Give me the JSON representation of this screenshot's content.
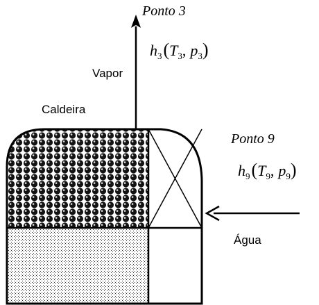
{
  "diagram": {
    "labels": {
      "boiler": "Caldeira",
      "vapor": "Vapor",
      "water": "Água"
    },
    "point3": {
      "title": "Ponto 3",
      "equation": {
        "h": "h",
        "h_sub": "3",
        "open": "(",
        "T": "T",
        "T_sub": "3",
        "comma": ",",
        "p": "p",
        "p_sub": "3",
        "close": ")"
      }
    },
    "point9": {
      "title": "Ponto 9",
      "equation": {
        "h": "h",
        "h_sub": "9",
        "open": "(",
        "T": "T",
        "T_sub": "9",
        "comma": ",",
        "p": "p",
        "p_sub": "9",
        "close": ")"
      }
    }
  }
}
